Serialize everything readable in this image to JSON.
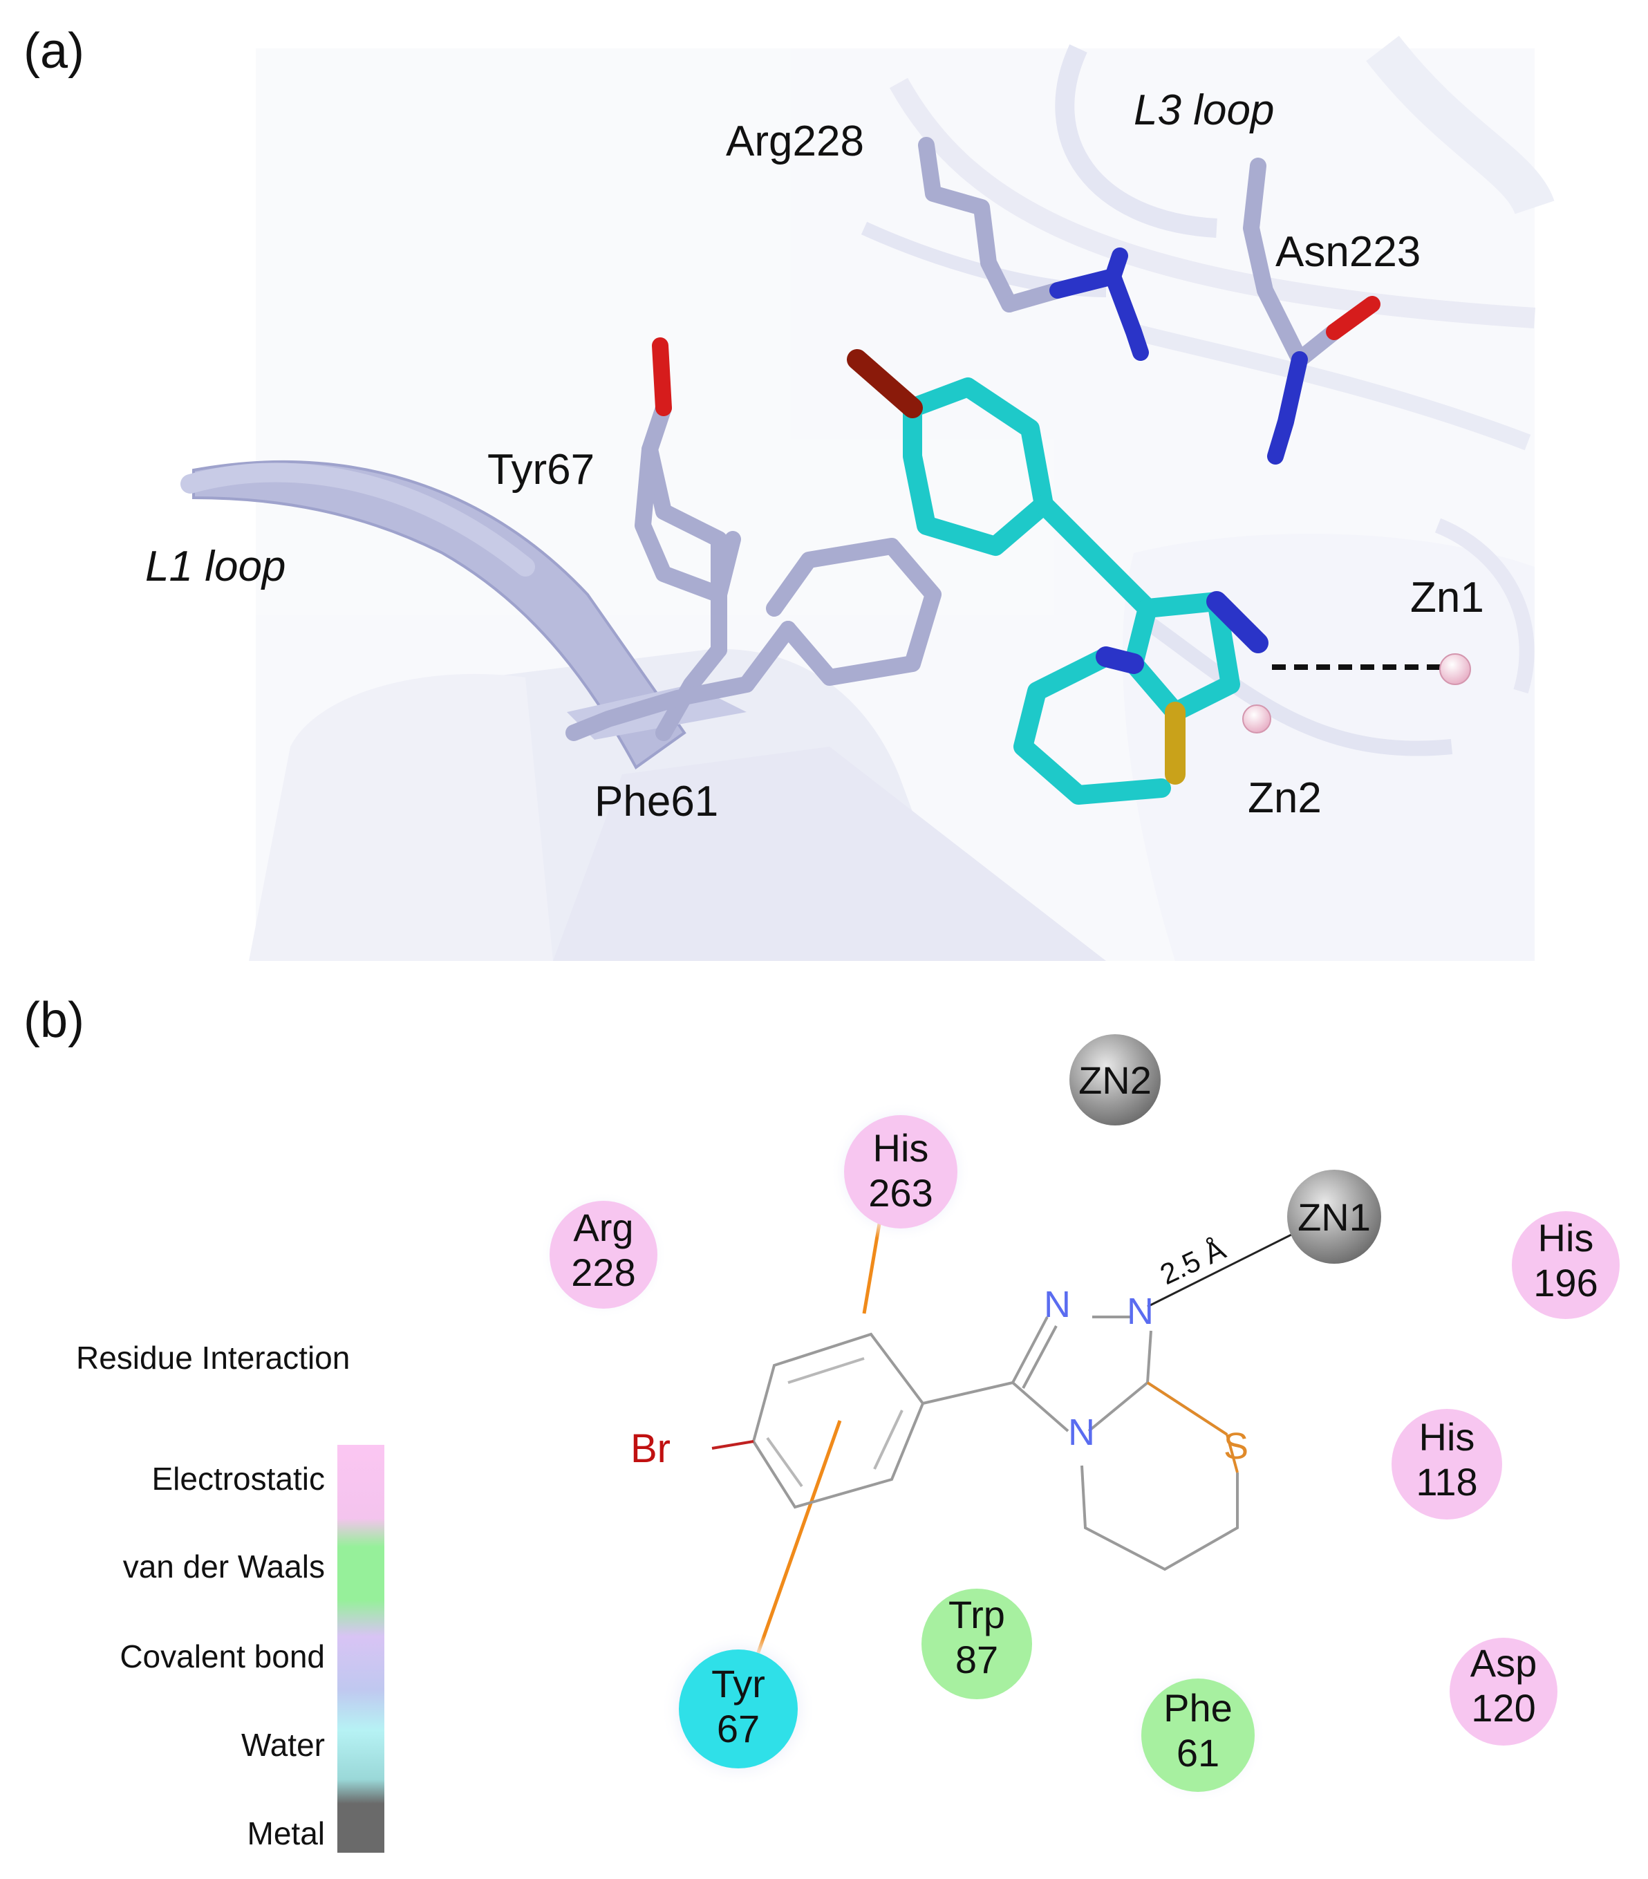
{
  "panel_a": {
    "label": "(a)",
    "residues": {
      "arg228": "Arg228",
      "asn223": "Asn223",
      "tyr67": "Tyr67",
      "phe61": "Phe61",
      "zn1": "Zn1",
      "zn2": "Zn2"
    },
    "loops": {
      "l3": "L3 loop",
      "l1": "L1 loop"
    },
    "colors": {
      "protein": "#c5c8e6",
      "ligand_carbon": "#1ed6d6",
      "nitrogen": "#1f2fd8",
      "oxygen": "#d61c1c",
      "sulfur": "#c9a21a",
      "bromine": "#8a1a0a",
      "zinc": "#f2c6d6"
    }
  },
  "panel_b": {
    "label": "(b)",
    "legend": {
      "title": "Residue Interaction",
      "entries": [
        "Electrostatic",
        "van der Waals",
        "Covalent bond",
        "Water",
        "Metal"
      ]
    },
    "metals": [
      {
        "name": "ZN2"
      },
      {
        "name": "ZN1"
      }
    ],
    "residues": [
      {
        "name": "Arg",
        "num": "228",
        "type": "Electrostatic"
      },
      {
        "name": "His",
        "num": "263",
        "type": "Electrostatic"
      },
      {
        "name": "His",
        "num": "196",
        "type": "Electrostatic"
      },
      {
        "name": "His",
        "num": "118",
        "type": "Electrostatic"
      },
      {
        "name": "Asp",
        "num": "120",
        "type": "Electrostatic"
      },
      {
        "name": "Trp",
        "num": "87",
        "type": "van der Waals"
      },
      {
        "name": "Phe",
        "num": "61",
        "type": "van der Waals"
      },
      {
        "name": "Tyr",
        "num": "67",
        "type": "Water"
      }
    ],
    "ligand_atoms": {
      "br": "Br",
      "n": "N",
      "s": "S"
    },
    "distance": "2.5 Å",
    "colors": {
      "electrostatic": "#f7c6f0",
      "vdw": "#a7f0a0",
      "water": "#2fe0e8",
      "metal": "#8a8a8a",
      "pi_bond": "#f08a1a"
    }
  }
}
